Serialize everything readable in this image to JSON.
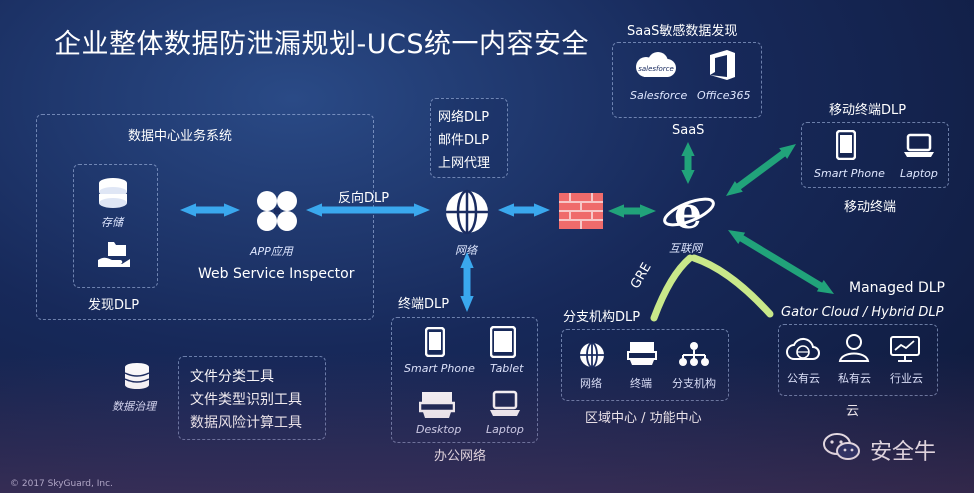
{
  "title": "企业整体数据防泄漏规划-UCS统一内容安全",
  "datacenter": {
    "title": "数据中心业务系统",
    "storage": "存储",
    "discover": "发现DLP",
    "app": "APP应用",
    "wsi": "Web Service Inspector"
  },
  "reverse_dlp": "反向DLP",
  "network": {
    "tooltip": [
      "网络DLP",
      "邮件DLP",
      "上网代理"
    ],
    "label": "网络"
  },
  "saas": {
    "title": "SaaS敏感数据发现",
    "salesforce": "Salesforce",
    "office": "Office365",
    "label": "SaaS",
    "sf_logo": "salesforce"
  },
  "internet": "互联网",
  "mobile": {
    "title": "移动终端DLP",
    "phone": "Smart Phone",
    "laptop": "Laptop",
    "footer": "移动终端"
  },
  "endpoint": {
    "title": "终端DLP",
    "phone": "Smart Phone",
    "tablet": "Tablet",
    "desktop": "Desktop",
    "laptop": "Laptop",
    "footer": "办公网络"
  },
  "branch": {
    "title": "分支机构DLP",
    "gre": "GRE",
    "net": "网络",
    "terminal": "终端",
    "branch": "分支机构",
    "footer": "区域中心 / 功能中心"
  },
  "managed": {
    "title": "Managed DLP",
    "gator": "Gator Cloud / Hybrid DLP",
    "public": "公有云",
    "private": "私有云",
    "industry": "行业云",
    "footer": "云"
  },
  "governance": {
    "label": "数据治理",
    "tools": [
      "文件分类工具",
      "文件类型识别工具",
      "数据风险计算工具"
    ]
  },
  "footer": {
    "copyright": "© 2017   SkyGuard, Inc.",
    "brand": "安全牛"
  },
  "colors": {
    "blue_arrow": "#3aa8ee",
    "green_arrow": "#21a37a",
    "lime_arrow": "#c9e88a",
    "firewall": "#ef6b6b"
  }
}
